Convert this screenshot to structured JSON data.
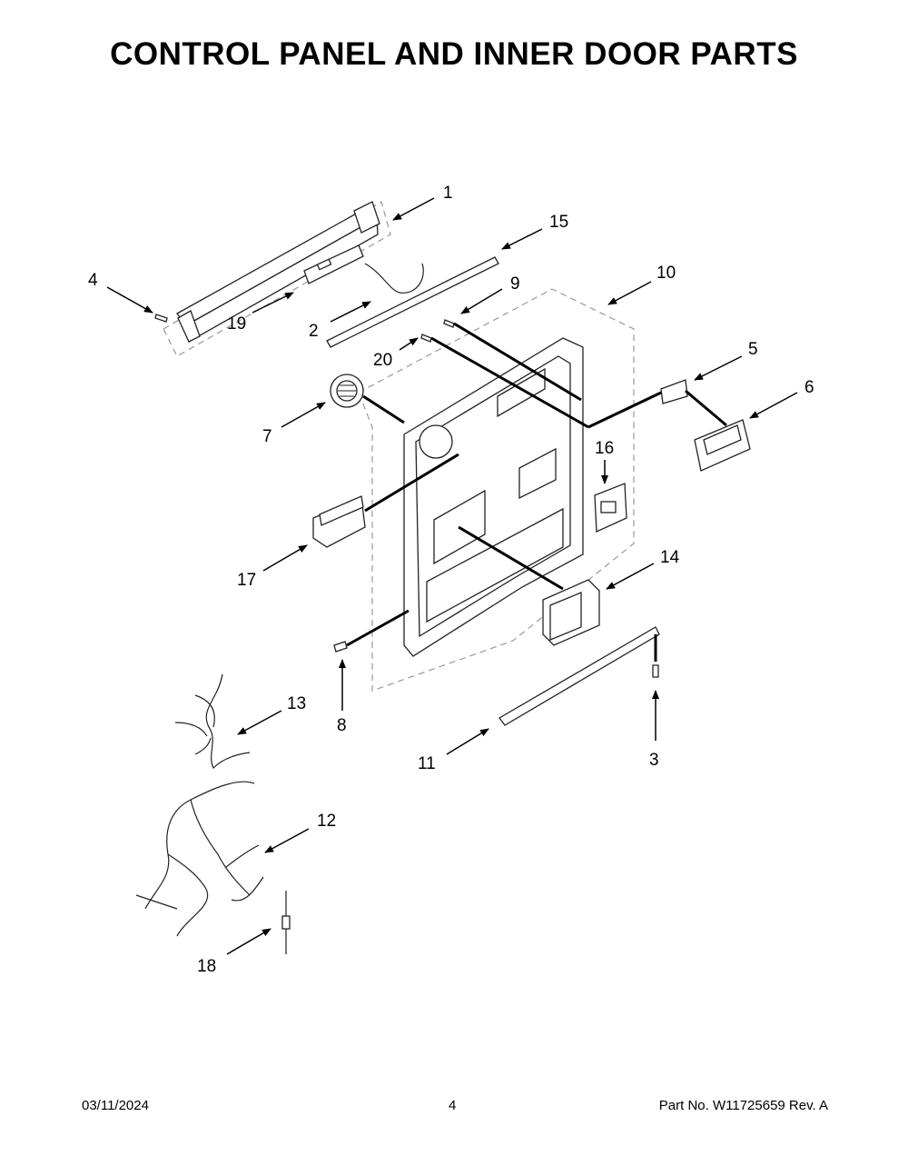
{
  "title": "CONTROL PANEL AND INNER DOOR PARTS",
  "callouts": [
    {
      "id": "c1",
      "label": "1"
    },
    {
      "id": "c2",
      "label": "2"
    },
    {
      "id": "c3",
      "label": "3"
    },
    {
      "id": "c4",
      "label": "4"
    },
    {
      "id": "c5",
      "label": "5"
    },
    {
      "id": "c6",
      "label": "6"
    },
    {
      "id": "c7",
      "label": "7"
    },
    {
      "id": "c8",
      "label": "8"
    },
    {
      "id": "c9",
      "label": "9"
    },
    {
      "id": "c10",
      "label": "10"
    },
    {
      "id": "c11",
      "label": "11"
    },
    {
      "id": "c12",
      "label": "12"
    },
    {
      "id": "c13",
      "label": "13"
    },
    {
      "id": "c14",
      "label": "14"
    },
    {
      "id": "c15",
      "label": "15"
    },
    {
      "id": "c16",
      "label": "16"
    },
    {
      "id": "c17",
      "label": "17"
    },
    {
      "id": "c18",
      "label": "18"
    },
    {
      "id": "c19",
      "label": "19"
    },
    {
      "id": "c20",
      "label": "20"
    }
  ],
  "footer": {
    "date": "03/11/2024",
    "page": "4",
    "part_number": "Part No.  W11725659  Rev.  A"
  }
}
